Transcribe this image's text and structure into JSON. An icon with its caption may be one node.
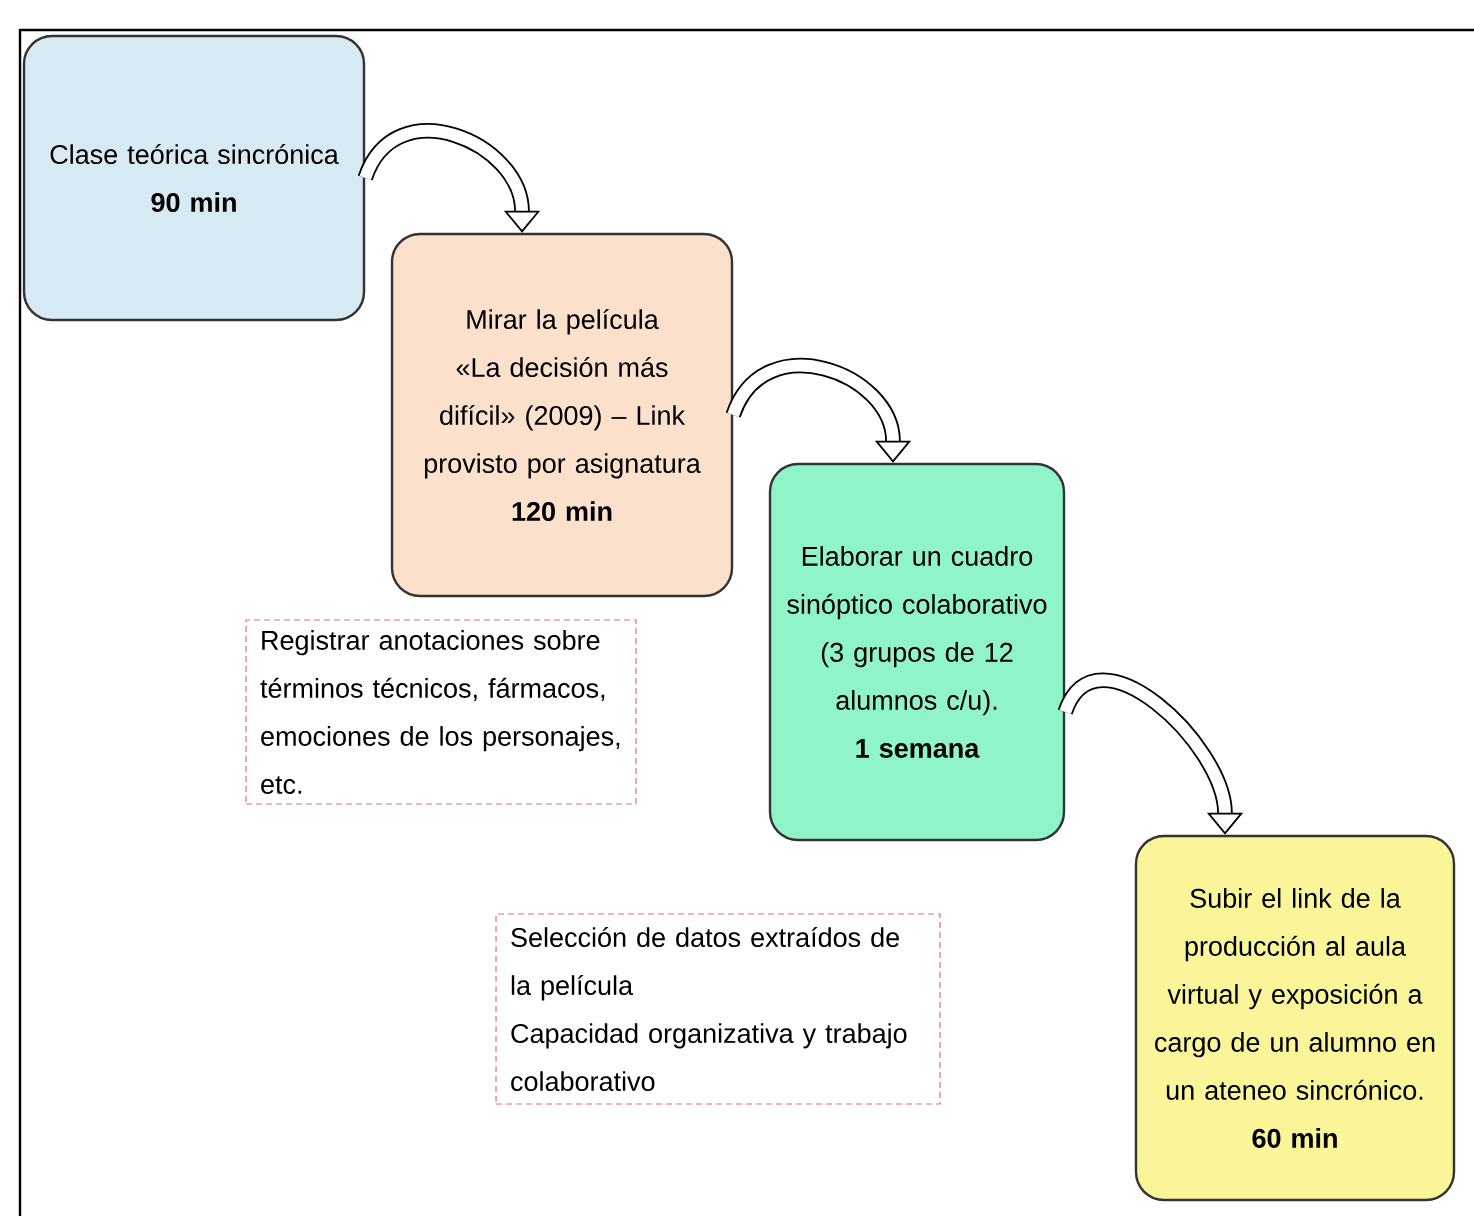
{
  "diagram": {
    "nodes": [
      {
        "text": [
          "Clase teórica sincrónica",
          "90 min"
        ]
      },
      {
        "text": [
          "Mirar la película «La decisión más difícil» (2009) – Link provisto por asignatura",
          "120 min"
        ]
      },
      {
        "text": [
          "Elaborar un cuadro sinóptico colaborativo (3 grupos de 12 alumnos c/u).",
          "1 semana"
        ]
      },
      {
        "text": [
          "Subir el link de la producción al aula virtual y exposición a cargo de un alumno en un ateneo sincrónico.",
          "60 min"
        ]
      },
      {
        "text": [
          "Registrar anotaciones sobre términos técnicos, fármacos, emociones de los personajes, etc."
        ]
      },
      {
        "text": [
          "Selección de datos extraídos de la película",
          "Capacidad organizativa y trabajo colaborativo"
        ]
      }
    ],
    "edges": [
      {
        "from": 0,
        "to": 1,
        "arrow": "to"
      },
      {
        "from": 1,
        "to": 2,
        "arrow": "to"
      },
      {
        "from": 2,
        "to": 3,
        "arrow": "to"
      }
    ]
  }
}
